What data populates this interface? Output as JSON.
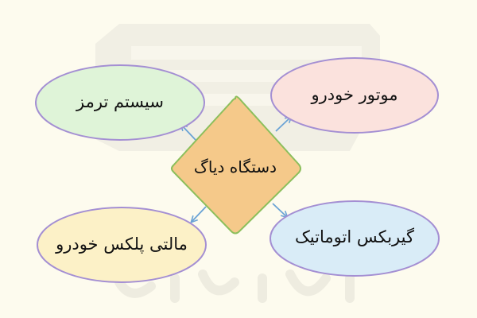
{
  "colors": {
    "background": "#fdfbee",
    "watermark": "#efede2",
    "outline": "#a48fd3",
    "arrow": "#6aa3d5",
    "center_fill": "#f5c98a",
    "center_stroke": "#8cbf5c",
    "brake_fill": "#dff4d8",
    "engine_fill": "#fbe2dd",
    "gearbox_fill": "#d9ecf7",
    "multiplex_fill": "#fcf1c7"
  },
  "watermark": {
    "logo_icon": "faradars-logo-icon",
    "text": "فرادرس"
  },
  "diagram": {
    "center": {
      "label": "دستگاه دیاگ"
    },
    "nodes": {
      "brake": {
        "label": "سیستم ترمز"
      },
      "engine": {
        "label": "موتور خودرو"
      },
      "gearbox": {
        "label": "گیربکس اتوماتیک"
      },
      "multiplex": {
        "label": "مالتی پلکس خودرو"
      }
    }
  }
}
